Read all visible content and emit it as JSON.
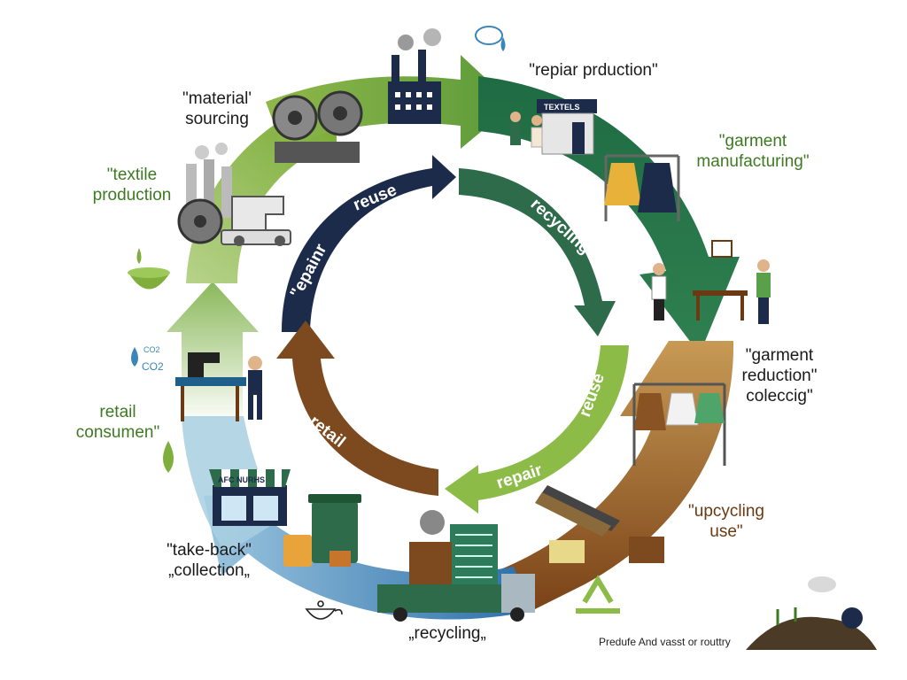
{
  "colors": {
    "outer_green_light": "#8fb84a",
    "outer_green_dark": "#1f6b43",
    "outer_brown": "#8a5323",
    "outer_blue": "#3a86b8",
    "inner_navy": "#1d2b4a",
    "inner_green_dark": "#2d6b4b",
    "inner_green_light": "#8dbb48",
    "inner_brown": "#7c4a1e",
    "label_dark": "#1a1a1a",
    "label_green": "#3d7a22",
    "label_brown": "#6b3a12"
  },
  "outer_labels": {
    "material_sourcing": "\"material'\nsourcing",
    "repair_production": "\"repiar prduction\"",
    "garment_manufacturing": "\"garment\nmanufacturing\"",
    "garment_reduction": "\"garment\nreduction\"\ncoleccig\"",
    "upcycling_use": "\"upcycling\nuse\"",
    "recycling": "„recycling„",
    "take_back": "\"take-back\"\n„collection„",
    "retail_consumen": "retail\nconsumen\"",
    "textile_production": "\"textile\nproduction"
  },
  "inner_labels": {
    "repainr": "\"epainr",
    "reuse_top": "reuse",
    "recycling": "recycling",
    "reuse_right": "reuse",
    "repair": "repair",
    "retail": "retail"
  },
  "misc_text": {
    "shop_sign": "TEXTELS",
    "store_sign": "AFC NURHS",
    "co2_top": "CO2",
    "co2_bottom": "CO2",
    "caption": "Predufe And vasst or routtry"
  },
  "icons": [
    "factory-icon",
    "rain-cloud-icon",
    "film-reel-machine-icon",
    "textile-factory-icon",
    "sewing-machine-icon",
    "bowl-icon",
    "water-drop-icon",
    "co2-drop-icon",
    "tailor-icon",
    "store-icon",
    "bin-icon",
    "recycling-plant-icon",
    "truck-icon",
    "recycle-symbol-icon",
    "teapot-icon",
    "cloud-icon",
    "compost-icon",
    "sorting-conveyor-icon",
    "clothes-rack-icon",
    "shop-icon",
    "shoppers-icon",
    "clothing-rack-icon",
    "workshop-icon"
  ]
}
